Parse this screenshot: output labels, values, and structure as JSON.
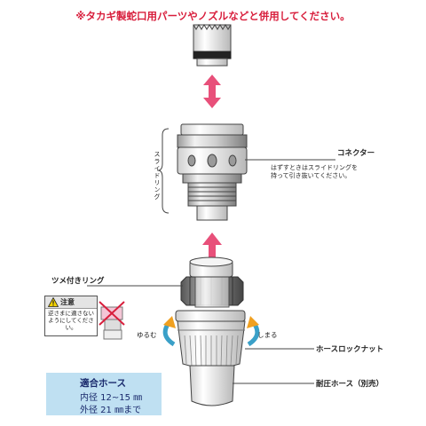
{
  "header": {
    "note": "※タカギ製蛇口用パーツやノズルなどと併用してください。"
  },
  "labels": {
    "slide_ring_vertical": "スライドリング",
    "connector": "コネクター",
    "connector_note_1": "はずすときはスライドリングを",
    "connector_note_2": "持って引き抜いてください。",
    "claw_ring": "ツメ付きリング",
    "loosen": "ゆるむ",
    "tighten": "しまる",
    "hose_lock_nut": "ホースロックナット",
    "pressure_hose": "耐圧ホース（別売）"
  },
  "warning": {
    "title": "注意",
    "body": "逆さまに適さないようにしてください。"
  },
  "hose_spec": {
    "title": "適合ホース",
    "inner": "内径 12~15 ㎜",
    "outer": "外径 21 ㎜まで"
  },
  "colors": {
    "title_red": "#d81e3c",
    "arrow_pink": "#e8507a",
    "spec_bg": "#bfe0f2",
    "rotate_arrow": "#f0a020",
    "rotate_arrow_2": "#3aa0c8"
  },
  "icons": [
    "warning-icon",
    "hose-cross-section-icon",
    "rotate-loosen-icon",
    "rotate-tighten-icon"
  ]
}
